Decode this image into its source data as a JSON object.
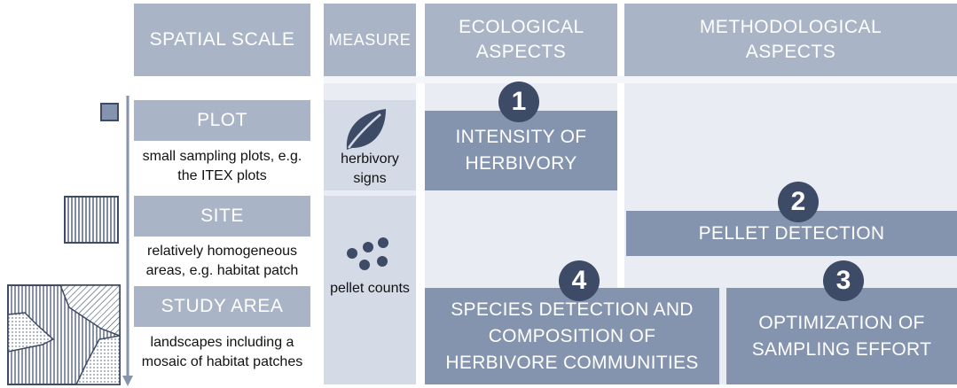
{
  "headers": {
    "spatial_scale": "SPATIAL SCALE",
    "measure": "MEASURE",
    "ecological": "ECOLOGICAL ASPECTS",
    "methodological": "METHODOLOGICAL ASPECTS"
  },
  "scales": [
    {
      "label": "PLOT",
      "description": "small sampling plots, e.g. the ITEX plots"
    },
    {
      "label": "SITE",
      "description": "relatively homogeneous areas, e.g. habitat patch"
    },
    {
      "label": "STUDY AREA",
      "description": "landscapes including a mosaic of habitat patches"
    }
  ],
  "measures": [
    {
      "label": "herbivory signs",
      "icon": "leaf-icon"
    },
    {
      "label": "pellet counts",
      "icon": "pellets-icon"
    }
  ],
  "aspects": [
    {
      "number": "1",
      "label": "INTENSITY OF HERBIVORY"
    },
    {
      "number": "2",
      "label": "PELLET DETECTION"
    },
    {
      "number": "3",
      "label": "OPTIMIZATION OF SAMPLING EFFORT"
    },
    {
      "number": "4",
      "label": "SPECIES DETECTION AND COMPOSITION OF HERBIVORE COMMUNITIES"
    }
  ],
  "colors": {
    "header": "#aab4c7",
    "aspect_box": "#8493ae",
    "badge": "#3d4b66",
    "column_background": "#e9ecf2"
  }
}
